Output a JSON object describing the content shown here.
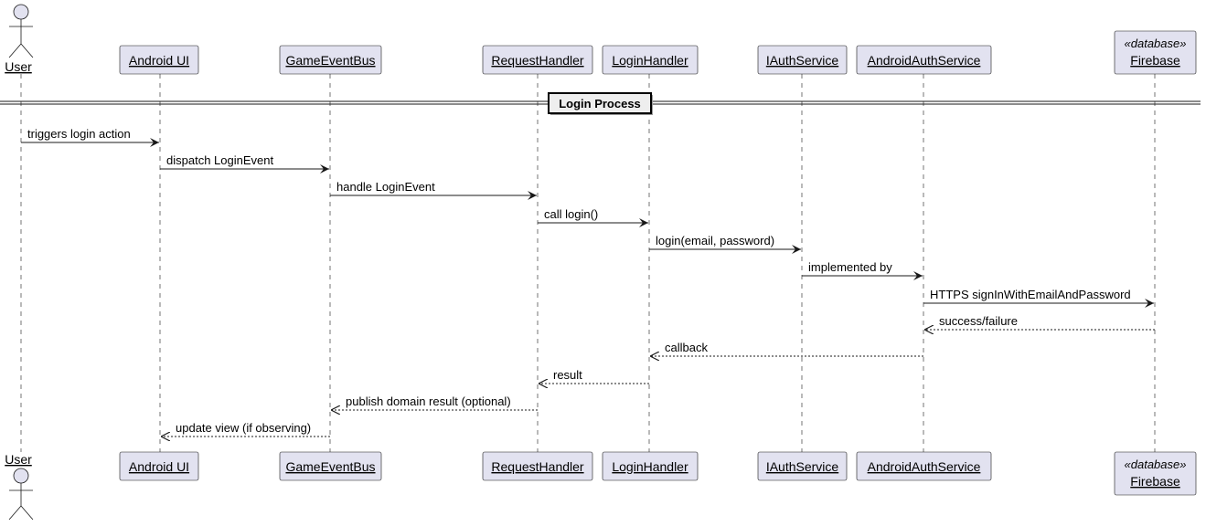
{
  "diagram": {
    "type": "sequence",
    "colors": {
      "box_fill": "#E2E2F0",
      "box_stroke": "#181818",
      "lifeline": "#181818",
      "arrow": "#181818"
    },
    "participants": [
      {
        "id": "user",
        "label": "User",
        "kind": "actor"
      },
      {
        "id": "android_ui",
        "label": "Android UI",
        "kind": "participant"
      },
      {
        "id": "game_event_bus",
        "label": "GameEventBus",
        "kind": "participant"
      },
      {
        "id": "request_handler",
        "label": "RequestHandler",
        "kind": "participant"
      },
      {
        "id": "login_handler",
        "label": "LoginHandler",
        "kind": "participant"
      },
      {
        "id": "iauth_service",
        "label": "IAuthService",
        "kind": "participant"
      },
      {
        "id": "android_auth_service",
        "label": "AndroidAuthService",
        "kind": "participant"
      },
      {
        "id": "firebase",
        "label": "Firebase",
        "kind": "database",
        "stereotype": "«database»"
      }
    ],
    "divider": {
      "label": "Login Process"
    },
    "messages": [
      {
        "from": "user",
        "to": "android_ui",
        "label": "triggers login action",
        "style": "sync"
      },
      {
        "from": "android_ui",
        "to": "game_event_bus",
        "label": "dispatch LoginEvent",
        "style": "sync"
      },
      {
        "from": "game_event_bus",
        "to": "request_handler",
        "label": "handle LoginEvent",
        "style": "sync"
      },
      {
        "from": "request_handler",
        "to": "login_handler",
        "label": "call login()",
        "style": "sync"
      },
      {
        "from": "login_handler",
        "to": "iauth_service",
        "label": "login(email, password)",
        "style": "sync"
      },
      {
        "from": "iauth_service",
        "to": "android_auth_service",
        "label": "implemented by",
        "style": "sync"
      },
      {
        "from": "android_auth_service",
        "to": "firebase",
        "label": "HTTPS signInWithEmailAndPassword",
        "style": "sync"
      },
      {
        "from": "firebase",
        "to": "android_auth_service",
        "label": "success/failure",
        "style": "return"
      },
      {
        "from": "android_auth_service",
        "to": "login_handler",
        "label": "callback",
        "style": "return"
      },
      {
        "from": "login_handler",
        "to": "request_handler",
        "label": "result",
        "style": "return"
      },
      {
        "from": "request_handler",
        "to": "game_event_bus",
        "label": "publish domain result (optional)",
        "style": "return"
      },
      {
        "from": "game_event_bus",
        "to": "android_ui",
        "label": "update view (if observing)",
        "style": "return"
      }
    ]
  }
}
